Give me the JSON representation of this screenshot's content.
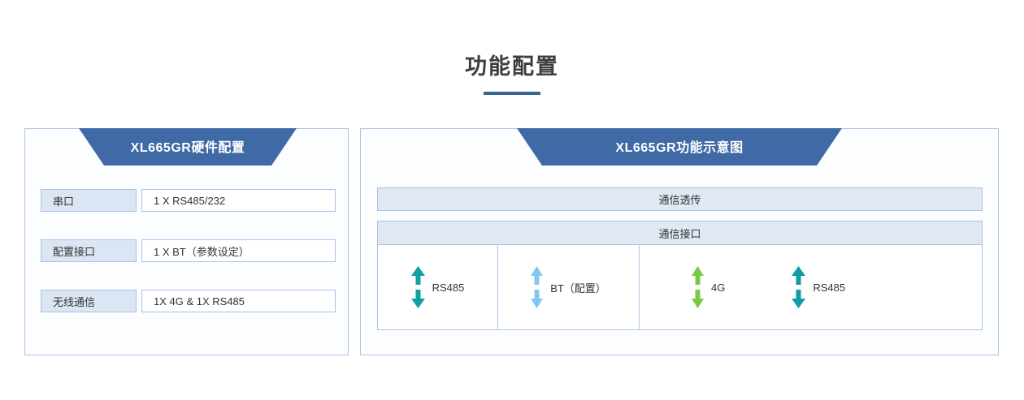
{
  "header": {
    "title": "功能配置",
    "underline_color": "#3a648f"
  },
  "theme": {
    "banner_blue": "#3f6aa5",
    "panel_border": "#a9c3e8",
    "label_fill": "#dce5f3",
    "bar_fill": "#e0e8f4",
    "teal": "#13a0a0",
    "light_blue": "#83c7ef",
    "green": "#7ac943"
  },
  "left_panel": {
    "banner_title": "XL665GR硬件配置",
    "rows": [
      {
        "label": "串口",
        "value": "1 X RS485/232"
      },
      {
        "label": "配置接口",
        "value": "1 X BT（参数设定）"
      },
      {
        "label": "无线通信",
        "value": "1X 4G & 1X RS485"
      }
    ]
  },
  "right_panel": {
    "banner_title": "XL665GR功能示意图",
    "bar_transmit": "通信透传",
    "bar_interface": "通信接口",
    "interfaces": [
      {
        "label": "RS485",
        "arrow_color": "#13a0a0"
      },
      {
        "label": "BT（配置）",
        "arrow_color": "#83c7ef"
      },
      {
        "label": "4G",
        "arrow_color": "#7ac943"
      },
      {
        "label": "RS485",
        "arrow_color": "#0f9ca6"
      }
    ]
  }
}
